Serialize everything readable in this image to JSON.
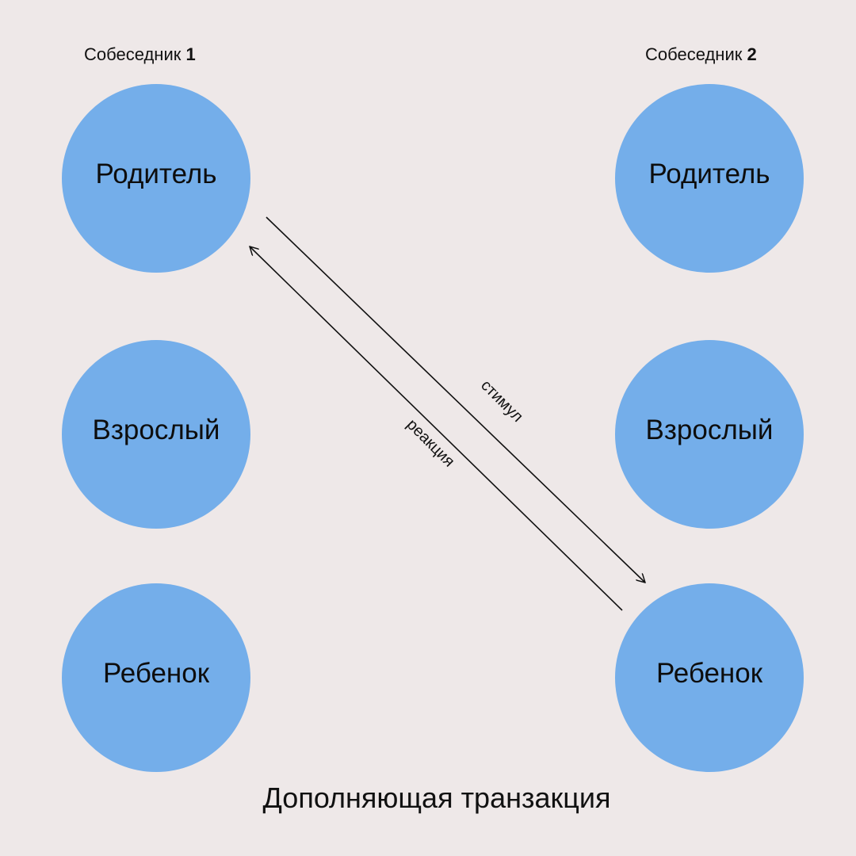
{
  "speakers": [
    {
      "name": "Собеседник",
      "number": "1"
    },
    {
      "name": "Собеседник",
      "number": "2"
    }
  ],
  "ego_states": {
    "parent": "Родитель",
    "adult": "Взрослый",
    "child": "Ребенок"
  },
  "arrows": {
    "stimulus": "стимул",
    "response": "реакция"
  },
  "caption": "Дополняющая транзакция",
  "colors": {
    "background": "#eee8e8",
    "circle": "#74aeea",
    "text": "#111111"
  }
}
